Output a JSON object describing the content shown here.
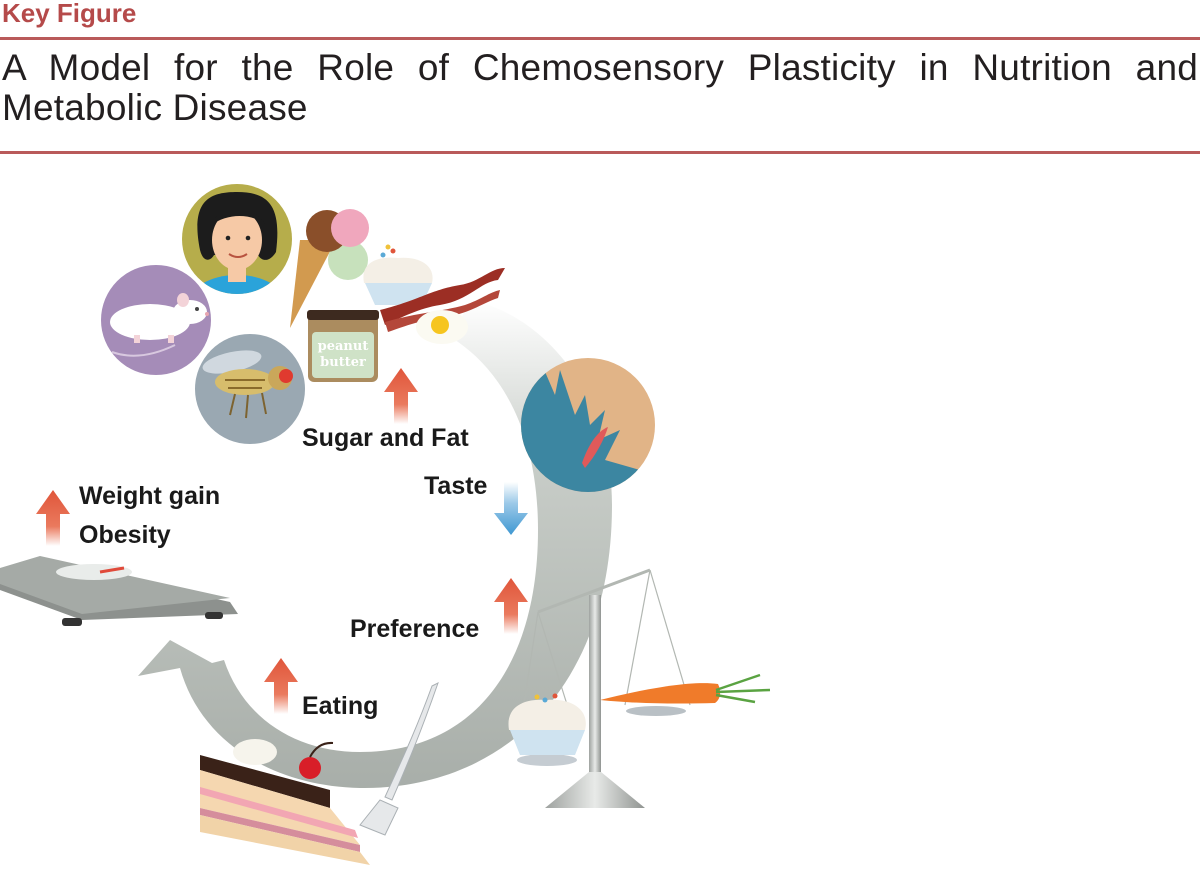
{
  "header": {
    "kicker": "Key Figure",
    "title": "A Model for the Role of Chemosensory Plasticity in Nutrition and Metabolic Disease"
  },
  "diagram": {
    "labels": {
      "sugar_fat": "Sugar and Fat",
      "taste": "Taste",
      "preference": "Preference",
      "eating": "Eating",
      "weight_gain": "Weight gain",
      "obesity": "Obesity"
    },
    "jar_text": [
      "peanut",
      "butter"
    ],
    "colors": {
      "up_arrow": "#e0553a",
      "down_arrow": "#4a9fd4",
      "cycle": "#b2b7b2",
      "kicker": "#b54a4a"
    },
    "icons": [
      "human-face-icon",
      "mouse-icon",
      "fly-icon",
      "ice-cream-icon",
      "cupcake-icon",
      "bacon-icon",
      "fried-egg-icon",
      "peanut-butter-jar-icon",
      "tongue-icon",
      "balance-scale-icon",
      "carrot-icon",
      "cake-slice-icon",
      "fork-icon",
      "bathroom-scale-icon"
    ]
  }
}
